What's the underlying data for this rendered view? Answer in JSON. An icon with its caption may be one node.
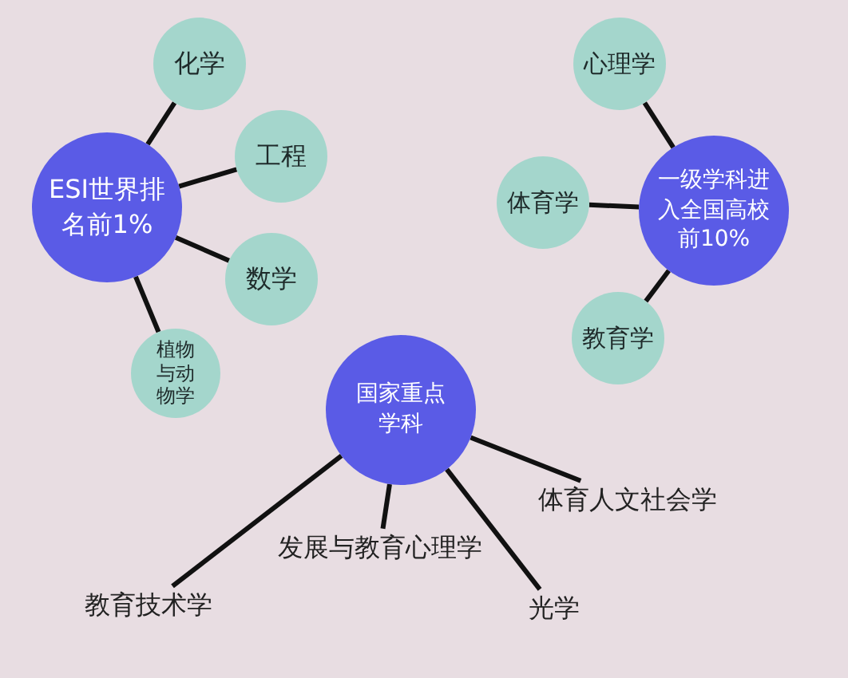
{
  "diagram": {
    "nodes": [
      {
        "text": [
          "ESI世界排名前1%"
        ]
      },
      {
        "text": [
          "化学"
        ]
      },
      {
        "text": [
          "工程"
        ]
      },
      {
        "text": [
          "数学"
        ]
      },
      {
        "text": [
          "植物与动物学"
        ]
      },
      {
        "text": [
          "一级学科进入全国高校前10%"
        ]
      },
      {
        "text": [
          "心理学"
        ]
      },
      {
        "text": [
          "体育学"
        ]
      },
      {
        "text": [
          "教育学"
        ]
      },
      {
        "text": [
          "国家重点学科"
        ]
      },
      {
        "text": [
          "体育人文社会学"
        ]
      },
      {
        "text": [
          "发展与教育心理学"
        ]
      },
      {
        "text": [
          "教育技术学"
        ]
      },
      {
        "text": [
          "光学"
        ]
      }
    ],
    "edges": [
      {
        "from": 0,
        "to": 1,
        "arrow": "none"
      },
      {
        "from": 0,
        "to": 2,
        "arrow": "none"
      },
      {
        "from": 0,
        "to": 3,
        "arrow": "none"
      },
      {
        "from": 0,
        "to": 4,
        "arrow": "none"
      },
      {
        "from": 5,
        "to": 6,
        "arrow": "none"
      },
      {
        "from": 5,
        "to": 7,
        "arrow": "none"
      },
      {
        "from": 5,
        "to": 8,
        "arrow": "none"
      },
      {
        "from": 9,
        "to": 10,
        "arrow": "none"
      },
      {
        "from": 9,
        "to": 11,
        "arrow": "none"
      },
      {
        "from": 9,
        "to": 12,
        "arrow": "none"
      },
      {
        "from": 9,
        "to": 13,
        "arrow": "none"
      }
    ]
  }
}
